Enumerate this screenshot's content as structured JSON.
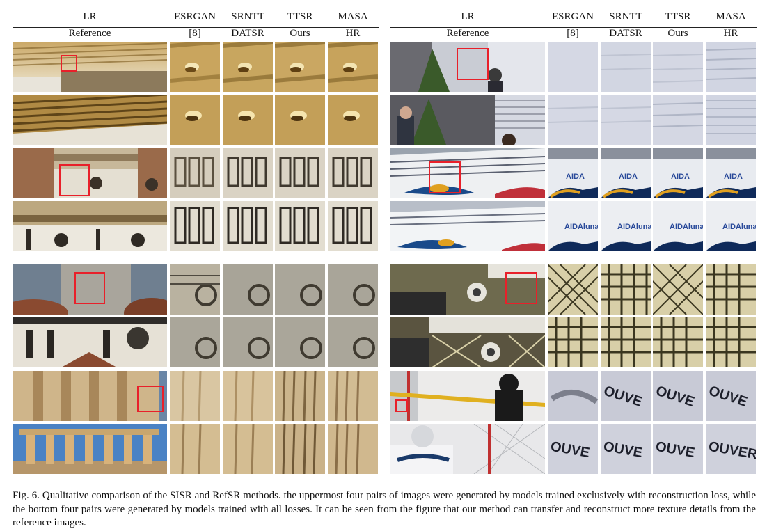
{
  "headers": {
    "row1": [
      "LR",
      "ESRGAN",
      "SRNTT",
      "TTSR",
      "MASA"
    ],
    "row2": [
      "Reference",
      "[8]",
      "DATSR",
      "Ours",
      "HR"
    ]
  },
  "caption": "Fig. 6.  Qualitative comparison of the SISR and RefSR methods. the uppermost four pairs of images were generated by models trained exclusively with reconstruction loss, while the bottom four pairs were generated by models trained with all losses. It can be seen from the figure that our method can transfer and reconstruct more texture details from the reference images.",
  "colors": {
    "highlight_box": "#e8202a",
    "rule": "#222222"
  }
}
